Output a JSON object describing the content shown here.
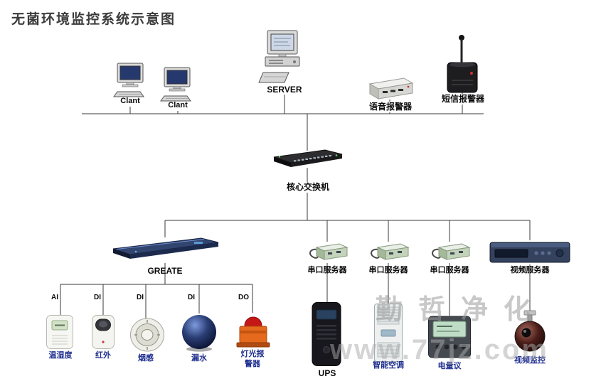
{
  "title": "无菌环境监控系统示意图",
  "top_layer": {
    "client1": "Clant",
    "client2": "Clant",
    "server": "SERVER",
    "voice_alarm": "语音报警器",
    "sms_alarm": "短信报警器"
  },
  "core_switch": "核心交换机",
  "mid_layer": {
    "greate": "GREATE",
    "serial_server1": "串口服务器",
    "serial_server2": "串口服务器",
    "serial_server3": "串口服务器",
    "video_server": "视频服务器"
  },
  "io_ports": {
    "ai": "AI",
    "di1": "DI",
    "di2": "DI",
    "di3": "DI",
    "do": "DO"
  },
  "sensors": {
    "temp_humidity": "温湿度",
    "infrared": "红外",
    "smoke": "烟感",
    "water_leak": "漏水",
    "light_alarm": "灯光报警器"
  },
  "devices": {
    "ups": "UPS",
    "smart_ac": "智能空调",
    "power_meter": "电量议",
    "video_monitor": "视频监控"
  },
  "watermark": {
    "brand": "勤哲净化",
    "url": "www.77jz.com"
  },
  "colors": {
    "line": "#3a3a3a",
    "label_dark": "#0a0a0a",
    "label_blue": "#1f2f8f",
    "watermark_gray": "#a6a6a6"
  }
}
